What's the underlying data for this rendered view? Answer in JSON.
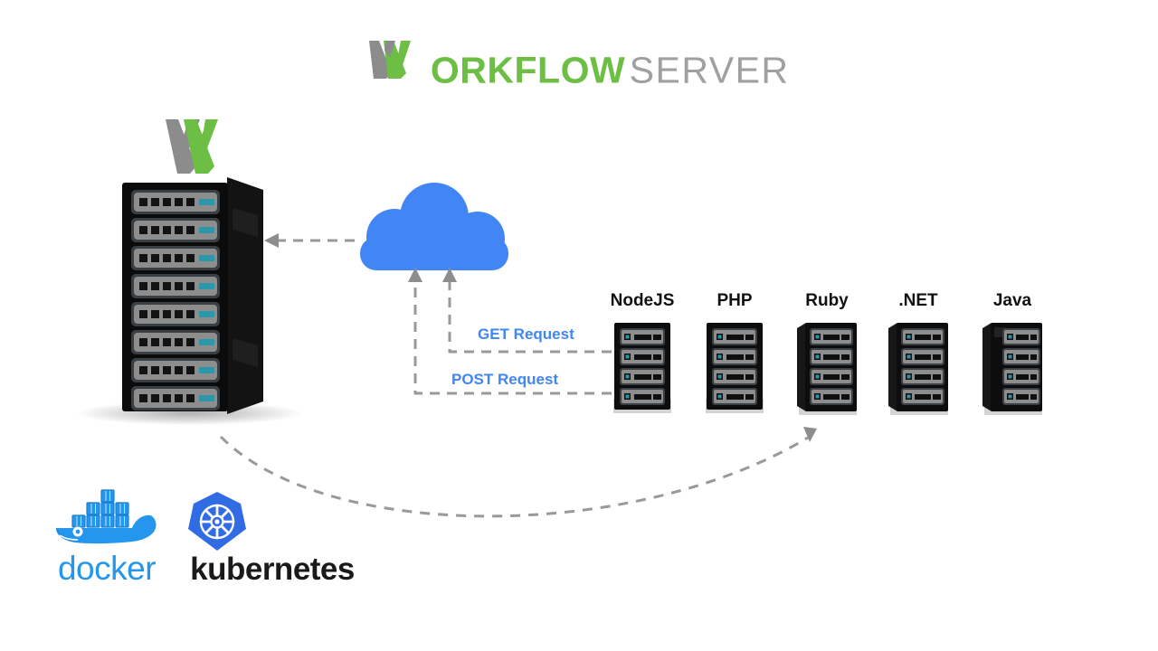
{
  "diagram": {
    "title": {
      "logo_icon": "workflow-double-v-logo-icon",
      "primary_word": "ORKFLOW",
      "secondary_word": "SERVER",
      "primary_color": "#6cbe45",
      "secondary_color": "#a0a0a0"
    },
    "brand_mark": {
      "icon": "workflow-double-v-logo-icon",
      "gray_color": "#8c8c8c",
      "green_color": "#6cbe45"
    },
    "main_server": {
      "name": "workflow-server-rack",
      "blade_count": 8,
      "squares_per_blade": 5,
      "body_color": "#0d0d0d",
      "blade_color": "#8d8d8d",
      "led_color": "#2b97a8"
    },
    "cloud": {
      "name": "network-cloud",
      "color": "#4285f4"
    },
    "connectors": [
      {
        "name": "cloud-to-server-response",
        "style": "dashed",
        "color": "#999999",
        "direction": "right-to-left",
        "label": ""
      },
      {
        "name": "get-request-connector",
        "style": "dashed",
        "color": "#999999",
        "direction": "up",
        "label": "GET Request"
      },
      {
        "name": "post-request-connector",
        "style": "dashed",
        "color": "#999999",
        "direction": "up",
        "label": "POST Request"
      },
      {
        "name": "container-platform-to-farm",
        "style": "dashed-curve",
        "color": "#999999",
        "direction": "left-to-right",
        "label": ""
      }
    ],
    "requests": {
      "get_label": "GET Request",
      "post_label": "POST Request",
      "label_color": "#4285f4"
    },
    "language_servers": [
      {
        "label": "NodeJS",
        "blade_count": 4,
        "perspective": "flat"
      },
      {
        "label": "PHP",
        "blade_count": 4,
        "perspective": "flat"
      },
      {
        "label": "Ruby",
        "blade_count": 4,
        "perspective": "left"
      },
      {
        "label": ".NET",
        "blade_count": 4,
        "perspective": "left"
      },
      {
        "label": "Java",
        "blade_count": 4,
        "perspective": "left"
      }
    ],
    "platforms": [
      {
        "name": "docker",
        "wordmark": "docker",
        "icon": "docker-whale-icon",
        "color": "#2496ed"
      },
      {
        "name": "kubernetes",
        "wordmark": "kubernetes",
        "icon": "kubernetes-helm-icon",
        "color": "#326ce5",
        "wordmark_color": "#1a1a1a"
      }
    ]
  }
}
